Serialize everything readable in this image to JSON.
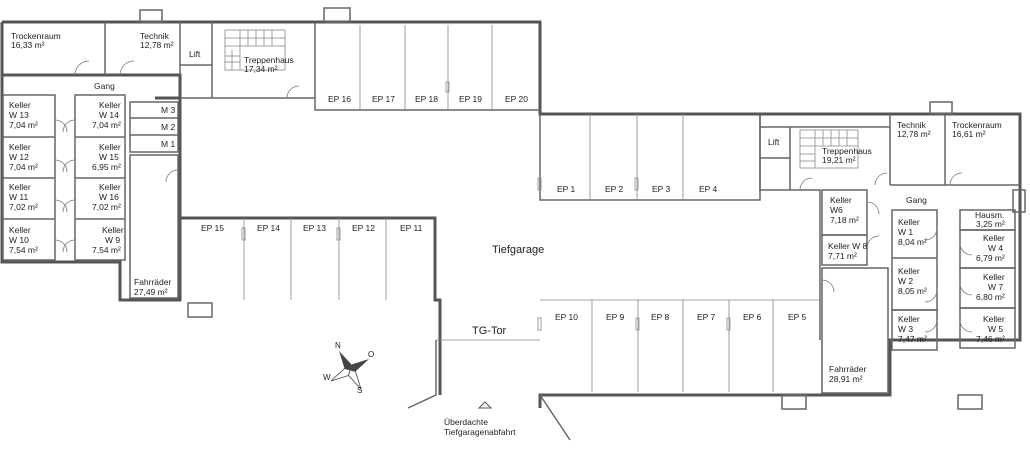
{
  "rooms": {
    "trockenraum_left": {
      "name": "Trockenraum",
      "area": "16,33 m²"
    },
    "technik_left": {
      "name": "Technik",
      "area": "12,78 m²"
    },
    "lift_left": {
      "name": "Lift"
    },
    "treppenhaus_left": {
      "name": "Treppenhaus",
      "area": "17,34 m²"
    },
    "gang_left": {
      "name": "Gang"
    },
    "keller_w13": {
      "name": "Keller",
      "unit": "W 13",
      "area": "7,04 m²"
    },
    "keller_w14": {
      "name": "Keller",
      "unit": "W 14",
      "area": "7,04 m²"
    },
    "keller_w12": {
      "name": "Keller",
      "unit": "W 12",
      "area": "7,04 m²"
    },
    "keller_w15": {
      "name": "Keller",
      "unit": "W 15",
      "area": "6,95 m²"
    },
    "keller_w11": {
      "name": "Keller",
      "unit": "W 11",
      "area": "7,02 m²"
    },
    "keller_w16": {
      "name": "Keller",
      "unit": "W 16",
      "area": "7,02 m²"
    },
    "keller_w10": {
      "name": "Keller",
      "unit": "W 10",
      "area": "7,54 m²"
    },
    "keller_w9": {
      "name": "Keller",
      "unit": "W 9",
      "area": "7,54 m²"
    },
    "m3": "M 3",
    "m2": "M 2",
    "m1": "M 1",
    "fahrraeder_left": {
      "name": "Fahrräder",
      "area": "27,49 m²"
    },
    "technik_right": {
      "name": "Technik",
      "area": "12,78 m²"
    },
    "trockenraum_right": {
      "name": "Trockenraum",
      "area": "16,61 m²"
    },
    "lift_right": {
      "name": "Lift"
    },
    "treppenhaus_right": {
      "name": "Treppenhaus",
      "area": "19,21 m²"
    },
    "gang_right": {
      "name": "Gang"
    },
    "keller_w6": {
      "name": "Keller",
      "unit": "W6",
      "area": "7,18 m²"
    },
    "keller_w8": {
      "name": "Keller W 8",
      "area": "7,71 m²"
    },
    "keller_w1": {
      "name": "Keller",
      "unit": "W 1",
      "area": "8,04 m²"
    },
    "hausm": {
      "name": "Hausm.",
      "area": "3,25 m²"
    },
    "keller_w4": {
      "name": "Keller",
      "unit": "W 4",
      "area": "6,79 m²"
    },
    "keller_w2": {
      "name": "Keller",
      "unit": "W 2",
      "area": "8,05 m²"
    },
    "keller_w7": {
      "name": "Keller",
      "unit": "W 7",
      "area": "6,80 m²"
    },
    "keller_w3": {
      "name": "Keller",
      "unit": "W 3",
      "area": "7,47 m²"
    },
    "keller_w5": {
      "name": "Keller",
      "unit": "W 5",
      "area": "7,46 m²"
    },
    "fahrraeder_right": {
      "name": "Fahrräder",
      "area": "28,91 m²"
    }
  },
  "parking": {
    "top_row": [
      "EP 16",
      "EP 17",
      "EP 18",
      "EP 19",
      "EP 20"
    ],
    "middle_right": [
      "EP 1",
      "EP 2",
      "EP 3",
      "EP 4"
    ],
    "middle_left": [
      "EP 15",
      "EP 14",
      "EP 13",
      "EP 12",
      "EP 11"
    ],
    "bottom_row": [
      "EP 10",
      "EP 9",
      "EP 8",
      "EP 7",
      "EP 6",
      "EP 5"
    ]
  },
  "labels": {
    "tiefgarage": "Tiefgarage",
    "tg_tor": "TG-Tor",
    "ramp_line1": "Überdachte",
    "ramp_line2": "Tiefgaragenabfahrt"
  },
  "compass": {
    "n": "N",
    "o": "O",
    "s": "S",
    "w": "W"
  }
}
